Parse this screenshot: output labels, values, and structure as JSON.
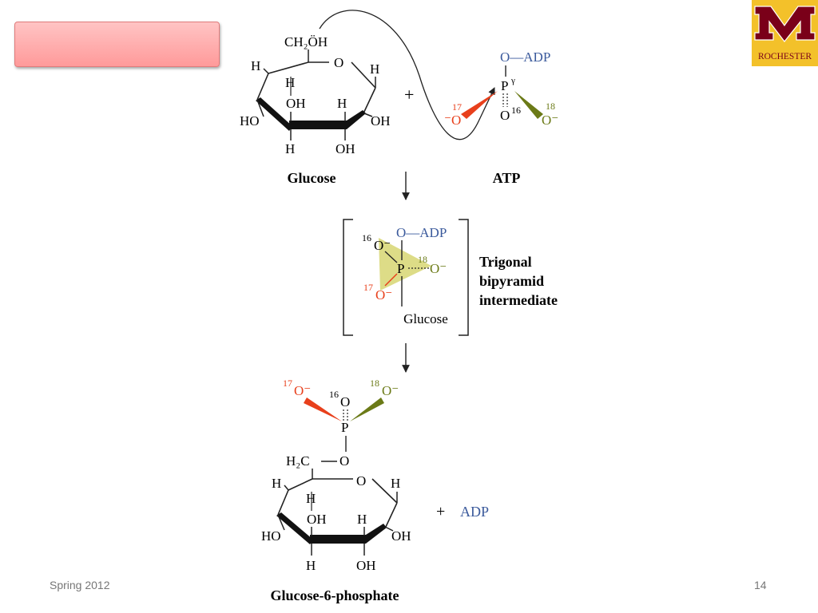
{
  "slide": {
    "footer_left": "Spring 2012",
    "page_number": "14"
  },
  "logo": {
    "text": "ROCHESTER"
  },
  "colors": {
    "red_oxygen": "#e8401c",
    "green_oxygen": "#6b7a17",
    "blue_label": "#3b5a9c",
    "title_box": "#ff9a9a",
    "logo_bg": "#f3c12a",
    "logo_maroon": "#7a0019"
  },
  "figure": {
    "glucose": {
      "ch2oh": "CH₂ÖH",
      "ring_o": "O",
      "h_tl": "H",
      "h_tr": "H",
      "h_inner": "H",
      "h_mid": "H",
      "oh_left": "OH",
      "ho": "HO",
      "oh_right": "OH",
      "h_bottom": "H",
      "oh_bottom": "OH",
      "label": "Glucose"
    },
    "plus": "+",
    "atp": {
      "o_adp": "O—ADP",
      "p": "P",
      "gamma": "γ",
      "o_bottom": "O",
      "iso16": "16",
      "iso17": "17",
      "o17": "⁻O",
      "iso18": "18",
      "o18": "O⁻",
      "label": "ATP"
    },
    "intermediate": {
      "o_adp": "O—ADP",
      "iso16": "16",
      "o16": "O⁻",
      "p": "P",
      "iso18": "18",
      "o18": "O⁻",
      "iso17": "17",
      "o17": "O⁻",
      "glucose": "Glucose",
      "label_line1": "Trigonal",
      "label_line2": "bipyramid",
      "label_line3": "intermediate"
    },
    "product": {
      "iso17": "17",
      "o17": "O⁻",
      "iso16": "16",
      "o16": "O",
      "iso18": "18",
      "o18": "O⁻",
      "p": "P",
      "h2c": "H₂C",
      "o_link": "O",
      "ring_o": "O",
      "h_tl": "H",
      "h_tr": "H",
      "h_inner": "H",
      "h_mid": "H",
      "oh_left": "OH",
      "ho": "HO",
      "oh_right": "OH",
      "h_bottom": "H",
      "oh_bottom": "OH",
      "plus": "+",
      "adp": "ADP",
      "label": "Glucose-6-phosphate"
    }
  }
}
